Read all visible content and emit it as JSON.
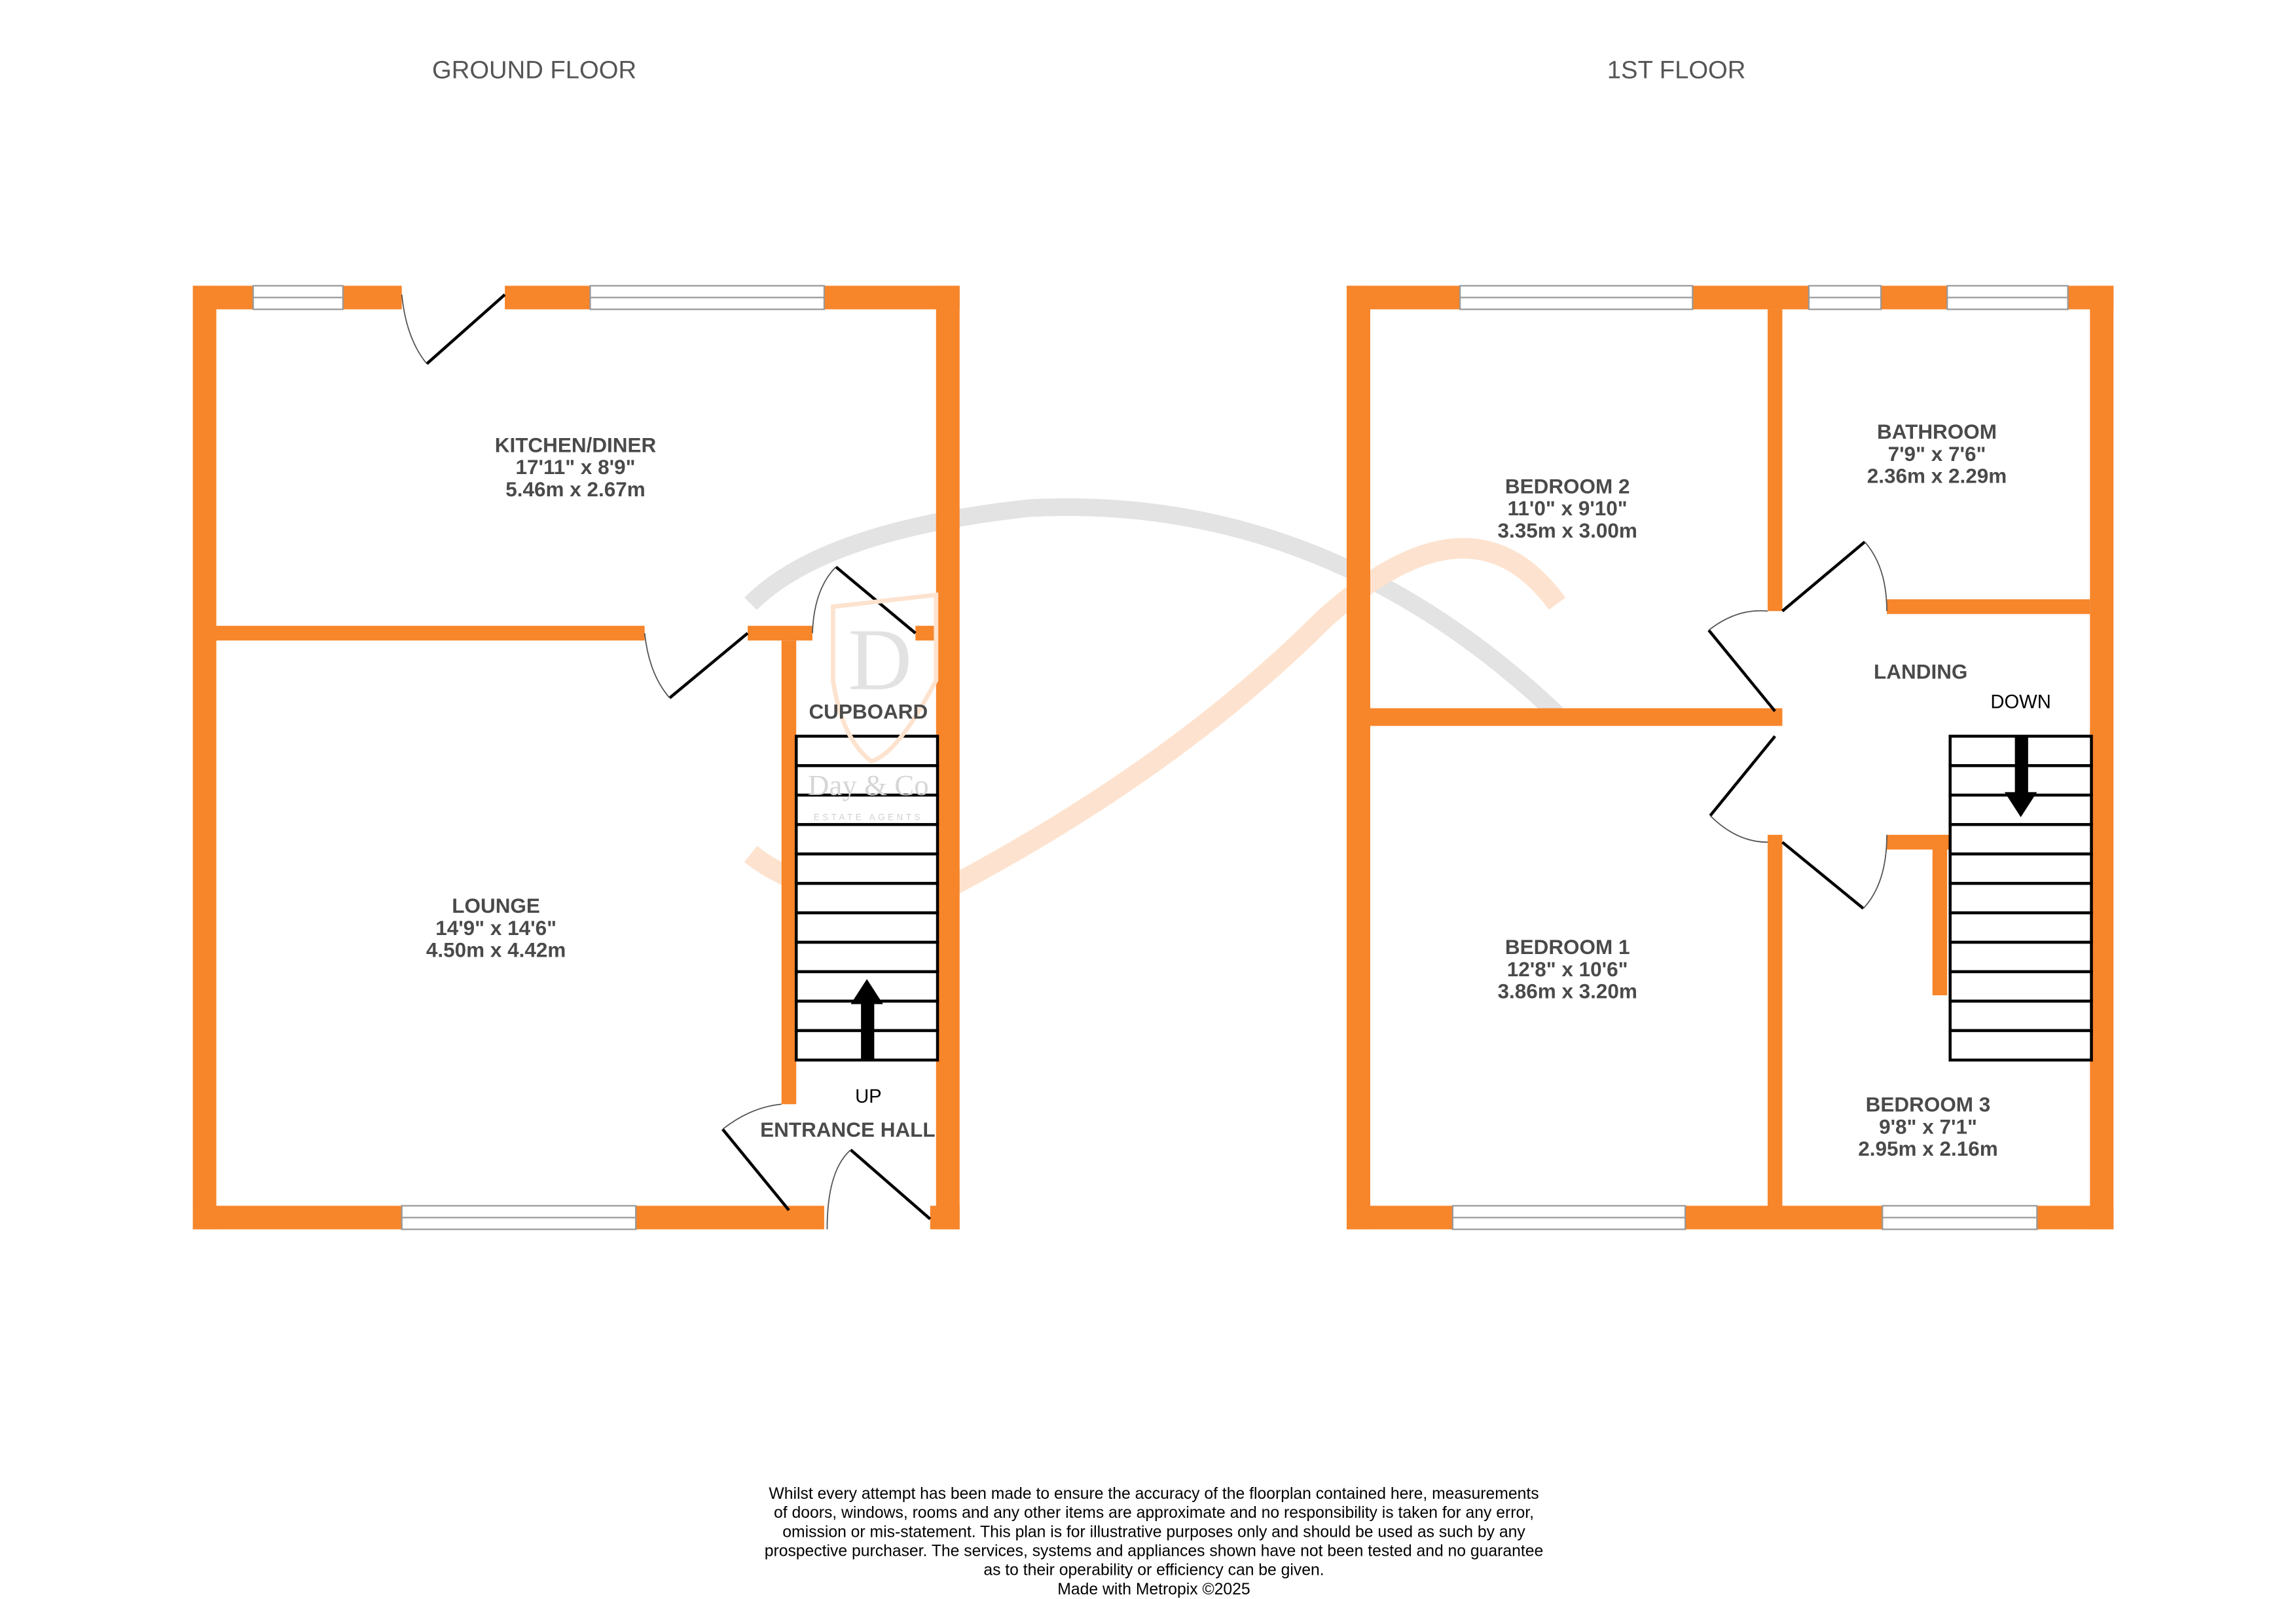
{
  "colors": {
    "wall": "#F7852A",
    "text": "#4a4a4a",
    "watermark_grey": "#d9d9d9",
    "watermark_orange": "#fde3cf"
  },
  "watermark": {
    "monogram": "D",
    "name": "Day & Co",
    "tagline": "ESTATE AGENTS"
  },
  "ground_floor": {
    "title": "GROUND FLOOR",
    "rooms": [
      {
        "name": "KITCHEN/DINER",
        "imperial": "17'11\"  x 8'9\"",
        "metric": "5.46m  x 2.67m"
      },
      {
        "name": "LOUNGE",
        "imperial": "14'9\"  x 14'6\"",
        "metric": "4.50m  x 4.42m"
      },
      {
        "name": "CUPBOARD"
      },
      {
        "name": "ENTRANCE HALL"
      }
    ],
    "stairs_label": "UP"
  },
  "first_floor": {
    "title": "1ST FLOOR",
    "rooms": [
      {
        "name": "BEDROOM 2",
        "imperial": "11'0\"  x 9'10\"",
        "metric": "3.35m  x 3.00m"
      },
      {
        "name": "BATHROOM",
        "imperial": "7'9\"  x 7'6\"",
        "metric": "2.36m  x 2.29m"
      },
      {
        "name": "LANDING"
      },
      {
        "name": "BEDROOM 1",
        "imperial": "12'8\"  x 10'6\"",
        "metric": "3.86m  x 3.20m"
      },
      {
        "name": "BEDROOM 3",
        "imperial": "9'8\"  x 7'1\"",
        "metric": "2.95m  x 2.16m"
      }
    ],
    "stairs_label": "DOWN"
  },
  "disclaimer": {
    "lines": [
      "Whilst every attempt has been made to ensure the accuracy of the floorplan contained here, measurements",
      "of doors, windows, rooms and any other items are approximate and no responsibility is taken for any error,",
      "omission or mis-statement. This plan is for illustrative purposes only and should be used as such by any",
      "prospective purchaser. The services, systems and appliances shown have not been tested and no guarantee",
      "as to their operability or efficiency can be given."
    ],
    "credit": "Made with Metropix ©2025"
  }
}
